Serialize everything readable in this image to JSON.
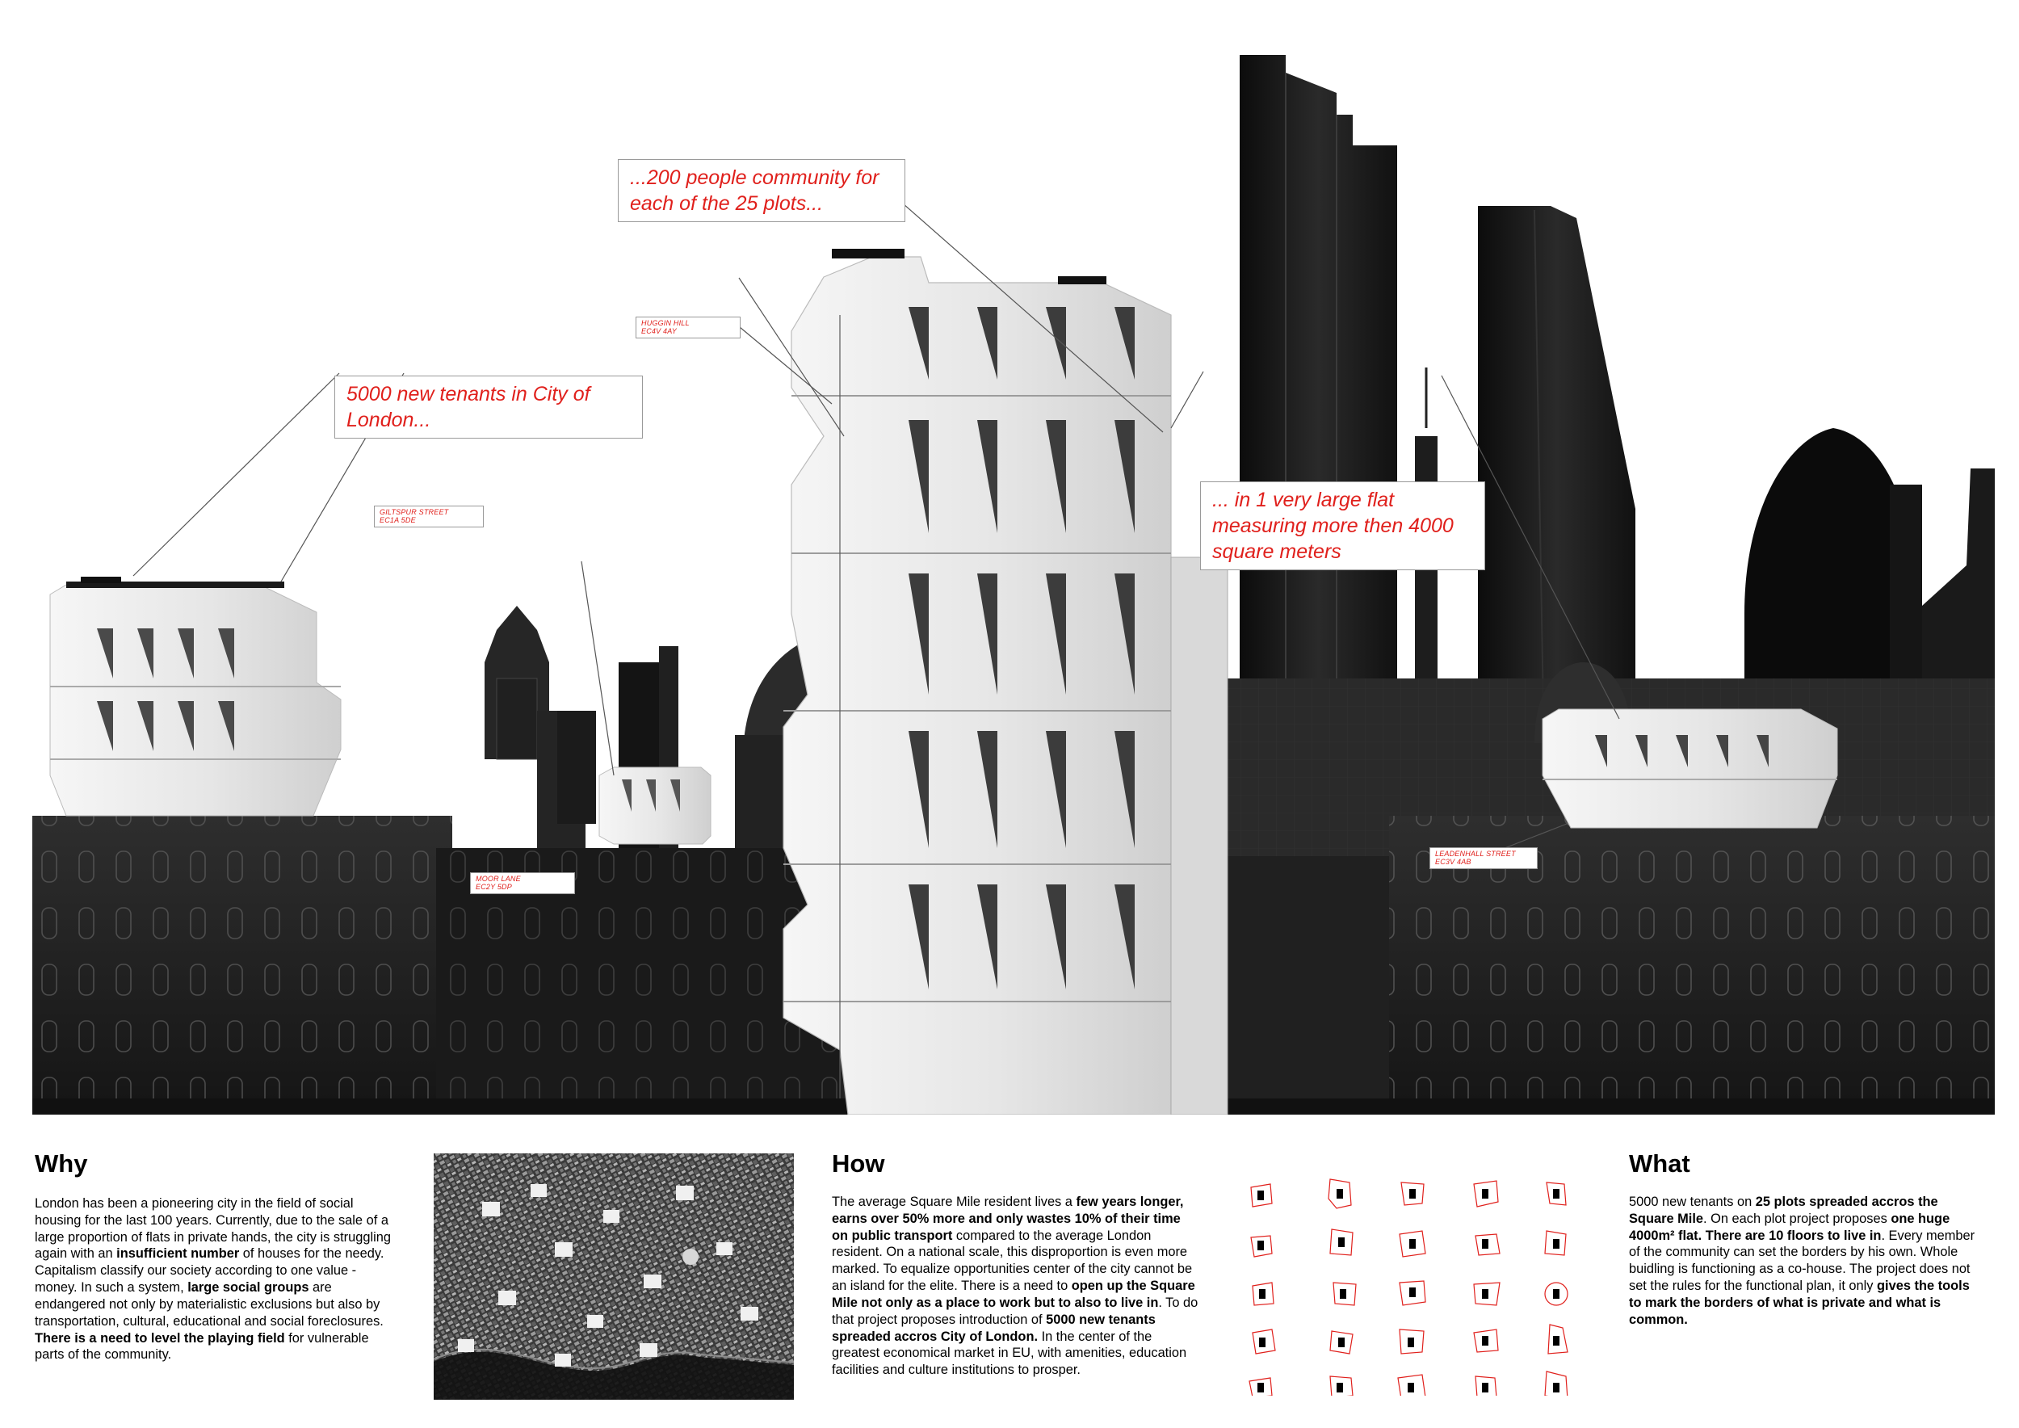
{
  "callouts": {
    "c1": "...200 people community for each of the 25 plots...",
    "c2": "5000 new tenants in City of London...",
    "c3": "... in 1 very large flat measuring more then 4000 square meters"
  },
  "site_labels": {
    "huggin_l1": "HUGGIN HILL",
    "huggin_l2": "EC4V 4AY",
    "giltspur_l1": "GILTSPUR STREET",
    "giltspur_l2": "EC1A 5DE",
    "moor_l1": "MOOR LANE",
    "moor_l2": "EC2Y 5DP",
    "leaden_l1": "LEADENHALL STREET",
    "leaden_l2": "EC3V 4AB"
  },
  "why": {
    "title": "Why",
    "p1": "London has been a pioneering city in the field of social housing for the last 100 years. Currently, due to the sale of a large proportion of flats in private hands, the city is struggling again with an ",
    "b1": "insufficient number",
    "p2": " of houses for the needy. Capitalism classify our society according to one value - money. In such a system, ",
    "b2": "large social groups",
    "p3": " are endangered not only by materialistic exclusions but also by transportation, cultural, educational and social foreclosures. ",
    "b3": "There is a need to level the playing field",
    "p4": " for vulnerable parts of the community."
  },
  "how": {
    "title": "How",
    "p1": "The average Square Mile resident lives a ",
    "b1": "few years longer, earns over 50% more and only wastes 10% of their time on public transport",
    "p2": " compared to the average London resident. On a national scale, this disproportion is even more marked. To equalize opportunities center of the city cannot be an island for the elite. There is a need to ",
    "b2": "open up the Square Mile not only as a place to work but to also to live in",
    "p3": ". To do that project proposes introduction of ",
    "b3": "5000 new tenants spreaded accros City of London.",
    "p4": " In the center of the greatest economical market in EU, with amenities, education facilities and culture institutions to prosper."
  },
  "what": {
    "title": "What",
    "p1": "5000 new tenants on ",
    "b1": "25 plots spreaded accros the Square Mile",
    "p2": ". On each plot project proposes ",
    "b2": "one huge 4000m² flat. There are 10 floors to live in",
    "p3": ". Every member of the community can set the borders by his own. Whole buidling is functioning as a co-house. The project does not set the rules for the functional plan, it only ",
    "b3": "gives the tools to mark the borders of what is private and what is common.",
    "p4": ""
  },
  "colors": {
    "accent": "#e0201c",
    "dark": "#1c1c1c",
    "building": "#e9e9e9"
  }
}
